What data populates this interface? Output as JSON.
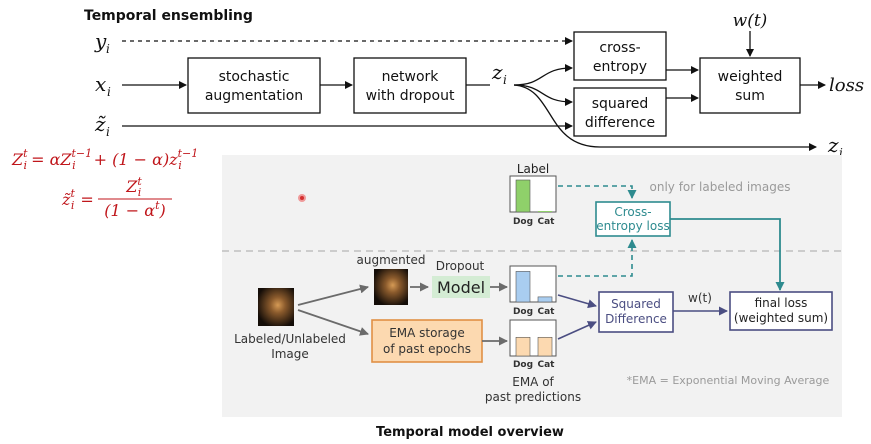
{
  "top": {
    "title": "Temporal ensembling",
    "inputs": {
      "y": "y",
      "x": "x",
      "z_tilde": "z̃",
      "subscript": "i"
    },
    "stochastic_aug": [
      "stochastic",
      "augmentation"
    ],
    "network": [
      "network",
      "with dropout"
    ],
    "z_out": "z",
    "cross_entropy": [
      "cross-",
      "entropy"
    ],
    "squared_diff": [
      "squared",
      "difference"
    ],
    "weight": "w(t)",
    "weighted_sum": [
      "weighted",
      "sum"
    ],
    "loss": "loss",
    "z_right": "z"
  },
  "formula": {
    "line1": "Z_i^t = αZ_i^{t−1} + (1 − α)z_i^{t−1}",
    "line2_lhs": "z̃_i^t =",
    "line2_num": "Z_i^t",
    "line2_den": "(1 − α^t)",
    "color": "#c0161b"
  },
  "overview": {
    "label_title": "Label",
    "label_ticks": [
      "Dog",
      "Cat"
    ],
    "label_values": [
      1.0,
      0.0
    ],
    "only_labeled": "only for labeled images",
    "cross_entropy_loss": [
      "Cross-",
      "entropy loss"
    ],
    "augmented": "augmented",
    "dropout": "Dropout",
    "model": "Model",
    "pred_ticks": [
      "Dog",
      "Cat"
    ],
    "pred_values": [
      0.9,
      0.15
    ],
    "labeled_unlabeled": [
      "Labeled/Unlabeled",
      "Image"
    ],
    "ema_storage": [
      "EMA storage",
      "of past epochs"
    ],
    "ema_values": [
      0.55,
      0.55
    ],
    "ema_ticks": [
      "Dog",
      "Cat"
    ],
    "ema_of": [
      "EMA of",
      "past predictions"
    ],
    "squared_difference": [
      "Squared",
      "Difference"
    ],
    "wt": "w(t)",
    "final_loss": [
      "final loss",
      "(weighted sum)"
    ],
    "ema_note": "*EMA = Exponential Moving Average",
    "caption": "Temporal model overview"
  },
  "colors": {
    "teal": "#2e8b8f",
    "purple": "#4b4e82",
    "green_box": "#d4ecd4",
    "green_bar": "#8fd06a",
    "blue_bar": "#a9cdf0",
    "orange_box": "#fcd9b0",
    "orange_border": "#e09045",
    "panel": "#f2f2f2"
  }
}
